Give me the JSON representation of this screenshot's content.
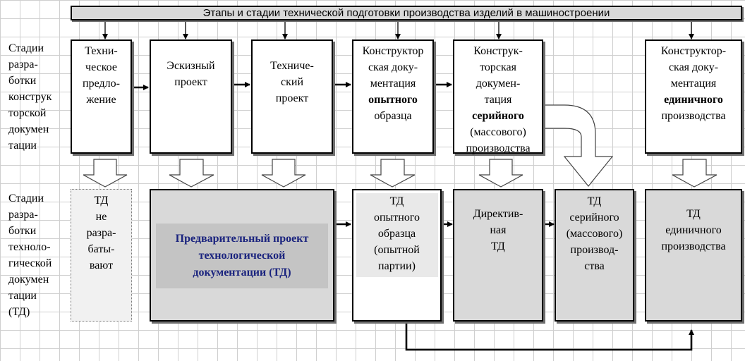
{
  "title": "Этапы и стадии технической подготовки производства изделий в машиностроении",
  "row_labels": {
    "design": "Стадии\nразра-\nботки\nконструк\nторской\nдокумен\nтации",
    "technology": "Стадии\nразра-\nботки\nтехноло-\nгической\nдокумен\nтации\n(ТД)"
  },
  "design_stages": [
    {
      "lines": "Техни-\nческое\nпредло-\nжение"
    },
    {
      "lines": "Эскизный\nпроект"
    },
    {
      "lines": "Техниче-\nский\nпроект"
    },
    {
      "lines_before": "Конструктор\nская доку-\nментация",
      "bold": "опытного",
      "lines_after": "образца"
    },
    {
      "lines_before": "Конструк-\nторская\nдокумен-\nтация",
      "bold": "серийного",
      "lines_after": "(массового)\nпроизводства"
    },
    {
      "lines_before": "Конструктор-\nская доку-\nментация",
      "bold": "единичного",
      "lines_after": "производства"
    }
  ],
  "tech_stages": [
    {
      "lines": "ТД\nне\nразра-\nбаты-\nвают"
    },
    {
      "lines": "Предварительный проект\nтехнологической\nдокументации (ТД)"
    },
    {
      "lines": "ТД\nопытного\nобразца\n(опытной\nпартии)"
    },
    {
      "lines": "Директив-\nная\nТД"
    },
    {
      "lines": "ТД\nсерийного\n(массового)\nпроизвод-\nства"
    },
    {
      "lines": "ТД\nединичного\nпроизводства"
    }
  ],
  "colors": {
    "box_fill_gray": "#d9d9d9",
    "prelim_panel": "#c4c4c4",
    "prelim_text": "#1a237e",
    "grid": "#cfcfcf"
  }
}
